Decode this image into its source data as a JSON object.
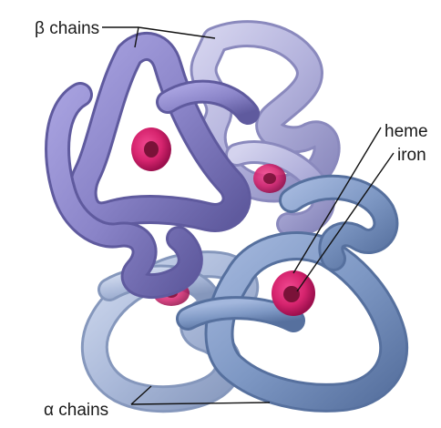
{
  "labels": {
    "beta_chains": "β chains",
    "heme": "heme",
    "iron": "iron",
    "alpha_chains": "α chains"
  },
  "colors": {
    "beta_dark": "#8a84c8",
    "beta_light": "#b3b2dc",
    "alpha_dark": "#7e98c4",
    "alpha_light": "#aab9d9",
    "heme": "#d6246e",
    "heme_center": "#7a1238"
  }
}
